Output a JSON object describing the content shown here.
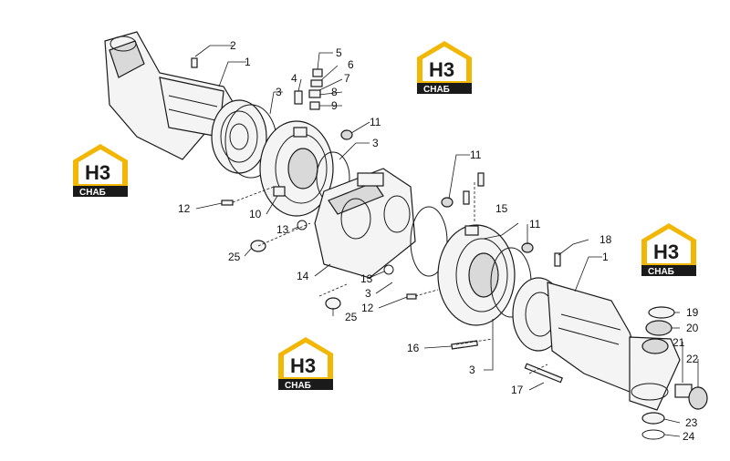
{
  "watermark": {
    "logo_main": "H3",
    "logo_sub": "СНАБ",
    "accent": "#f2b705",
    "plate": "#1a1a1a"
  },
  "callouts": [
    "1",
    "2",
    "3",
    "4",
    "5",
    "6",
    "7",
    "8",
    "9",
    "10",
    "11",
    "12",
    "13",
    "14",
    "15",
    "16",
    "17",
    "18",
    "19",
    "20",
    "21",
    "22",
    "23",
    "24",
    "25"
  ]
}
